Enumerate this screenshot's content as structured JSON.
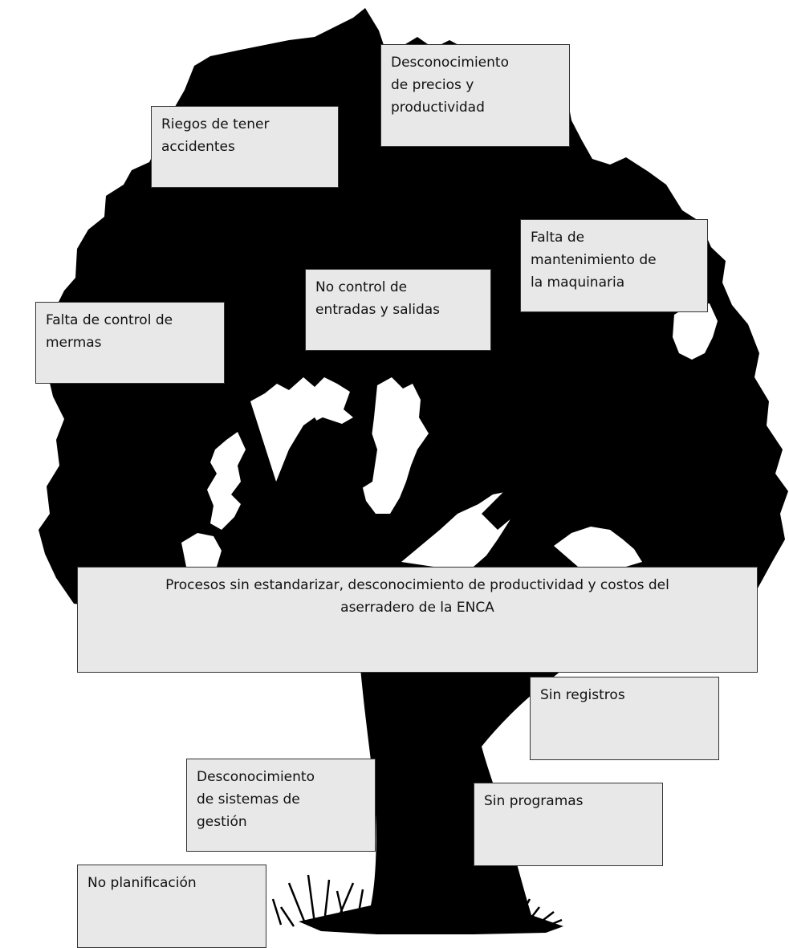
{
  "colors": {
    "tree": "#000000",
    "box_fill": "#e8e8e8",
    "box_border": "#333333",
    "background": "#ffffff"
  },
  "boxes": {
    "desconocimiento_precios": "Desconocimiento\nde precios y\nproductividad",
    "riesgos_accidentes": "Riegos de tener\naccidentes",
    "falta_mantenimiento": "Falta de\nmantenimiento de\nla maquinaria",
    "no_control_entradas": "No control de\nentradas y salidas",
    "falta_control_mermas": "Falta de control de\nmermas",
    "problema_central": "Procesos sin estandarizar, desconocimiento de productividad y costos del\naserradero de la ENCA",
    "sin_registros": "Sin registros",
    "desconocimiento_sistemas": "Desconocimiento\nde sistemas de\ngestión",
    "sin_programas": "Sin programas",
    "no_planificacion": "No planificación"
  }
}
